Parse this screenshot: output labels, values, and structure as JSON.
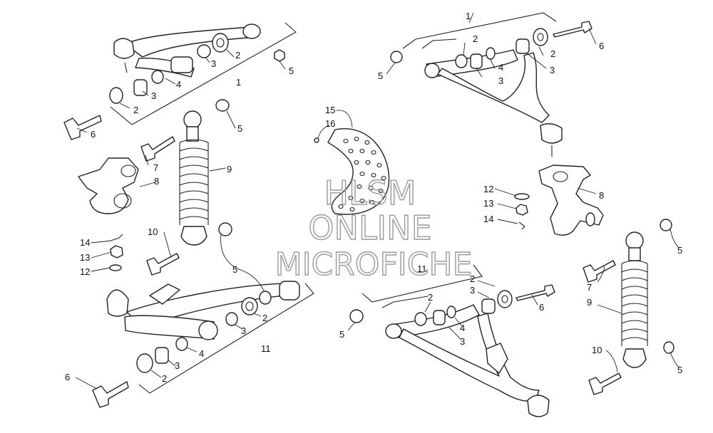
{
  "diagram": {
    "callouts": {
      "c1a": "1",
      "c2a": "2",
      "c3a": "3",
      "c4a": "4",
      "c5a": "5",
      "c2b": "2",
      "c3b": "3",
      "c6a": "6",
      "c5b": "5",
      "c7a": "7",
      "c8a": "8",
      "c9a": "9",
      "c10a": "10",
      "c14a": "14",
      "c13a": "13",
      "c12a": "12",
      "c5c": "5",
      "c2c": "2",
      "c3c": "3",
      "c4b": "4",
      "c11a": "11",
      "c3d": "3",
      "c2d": "2",
      "c6b": "6",
      "c15": "15",
      "c16": "16",
      "c1b": "1",
      "c2e": "2",
      "c5d": "5",
      "c2f": "2",
      "c6c": "6",
      "c4c": "4",
      "c3e": "3",
      "c3f": "3",
      "c12b": "12",
      "c13b": "13",
      "c14b": "14",
      "c8b": "8",
      "c5e": "5",
      "c7b": "7",
      "c9b": "9",
      "c10b": "10",
      "c5f": "5",
      "c11b": "11",
      "c2g": "2",
      "c3g": "3",
      "c2h": "2",
      "c6d": "6",
      "c5g": "5",
      "c4d": "4",
      "c3h": "3"
    },
    "watermark": {
      "line1": "HLSM",
      "line2": "ONLINE",
      "line3": "MICROFICHE"
    }
  }
}
